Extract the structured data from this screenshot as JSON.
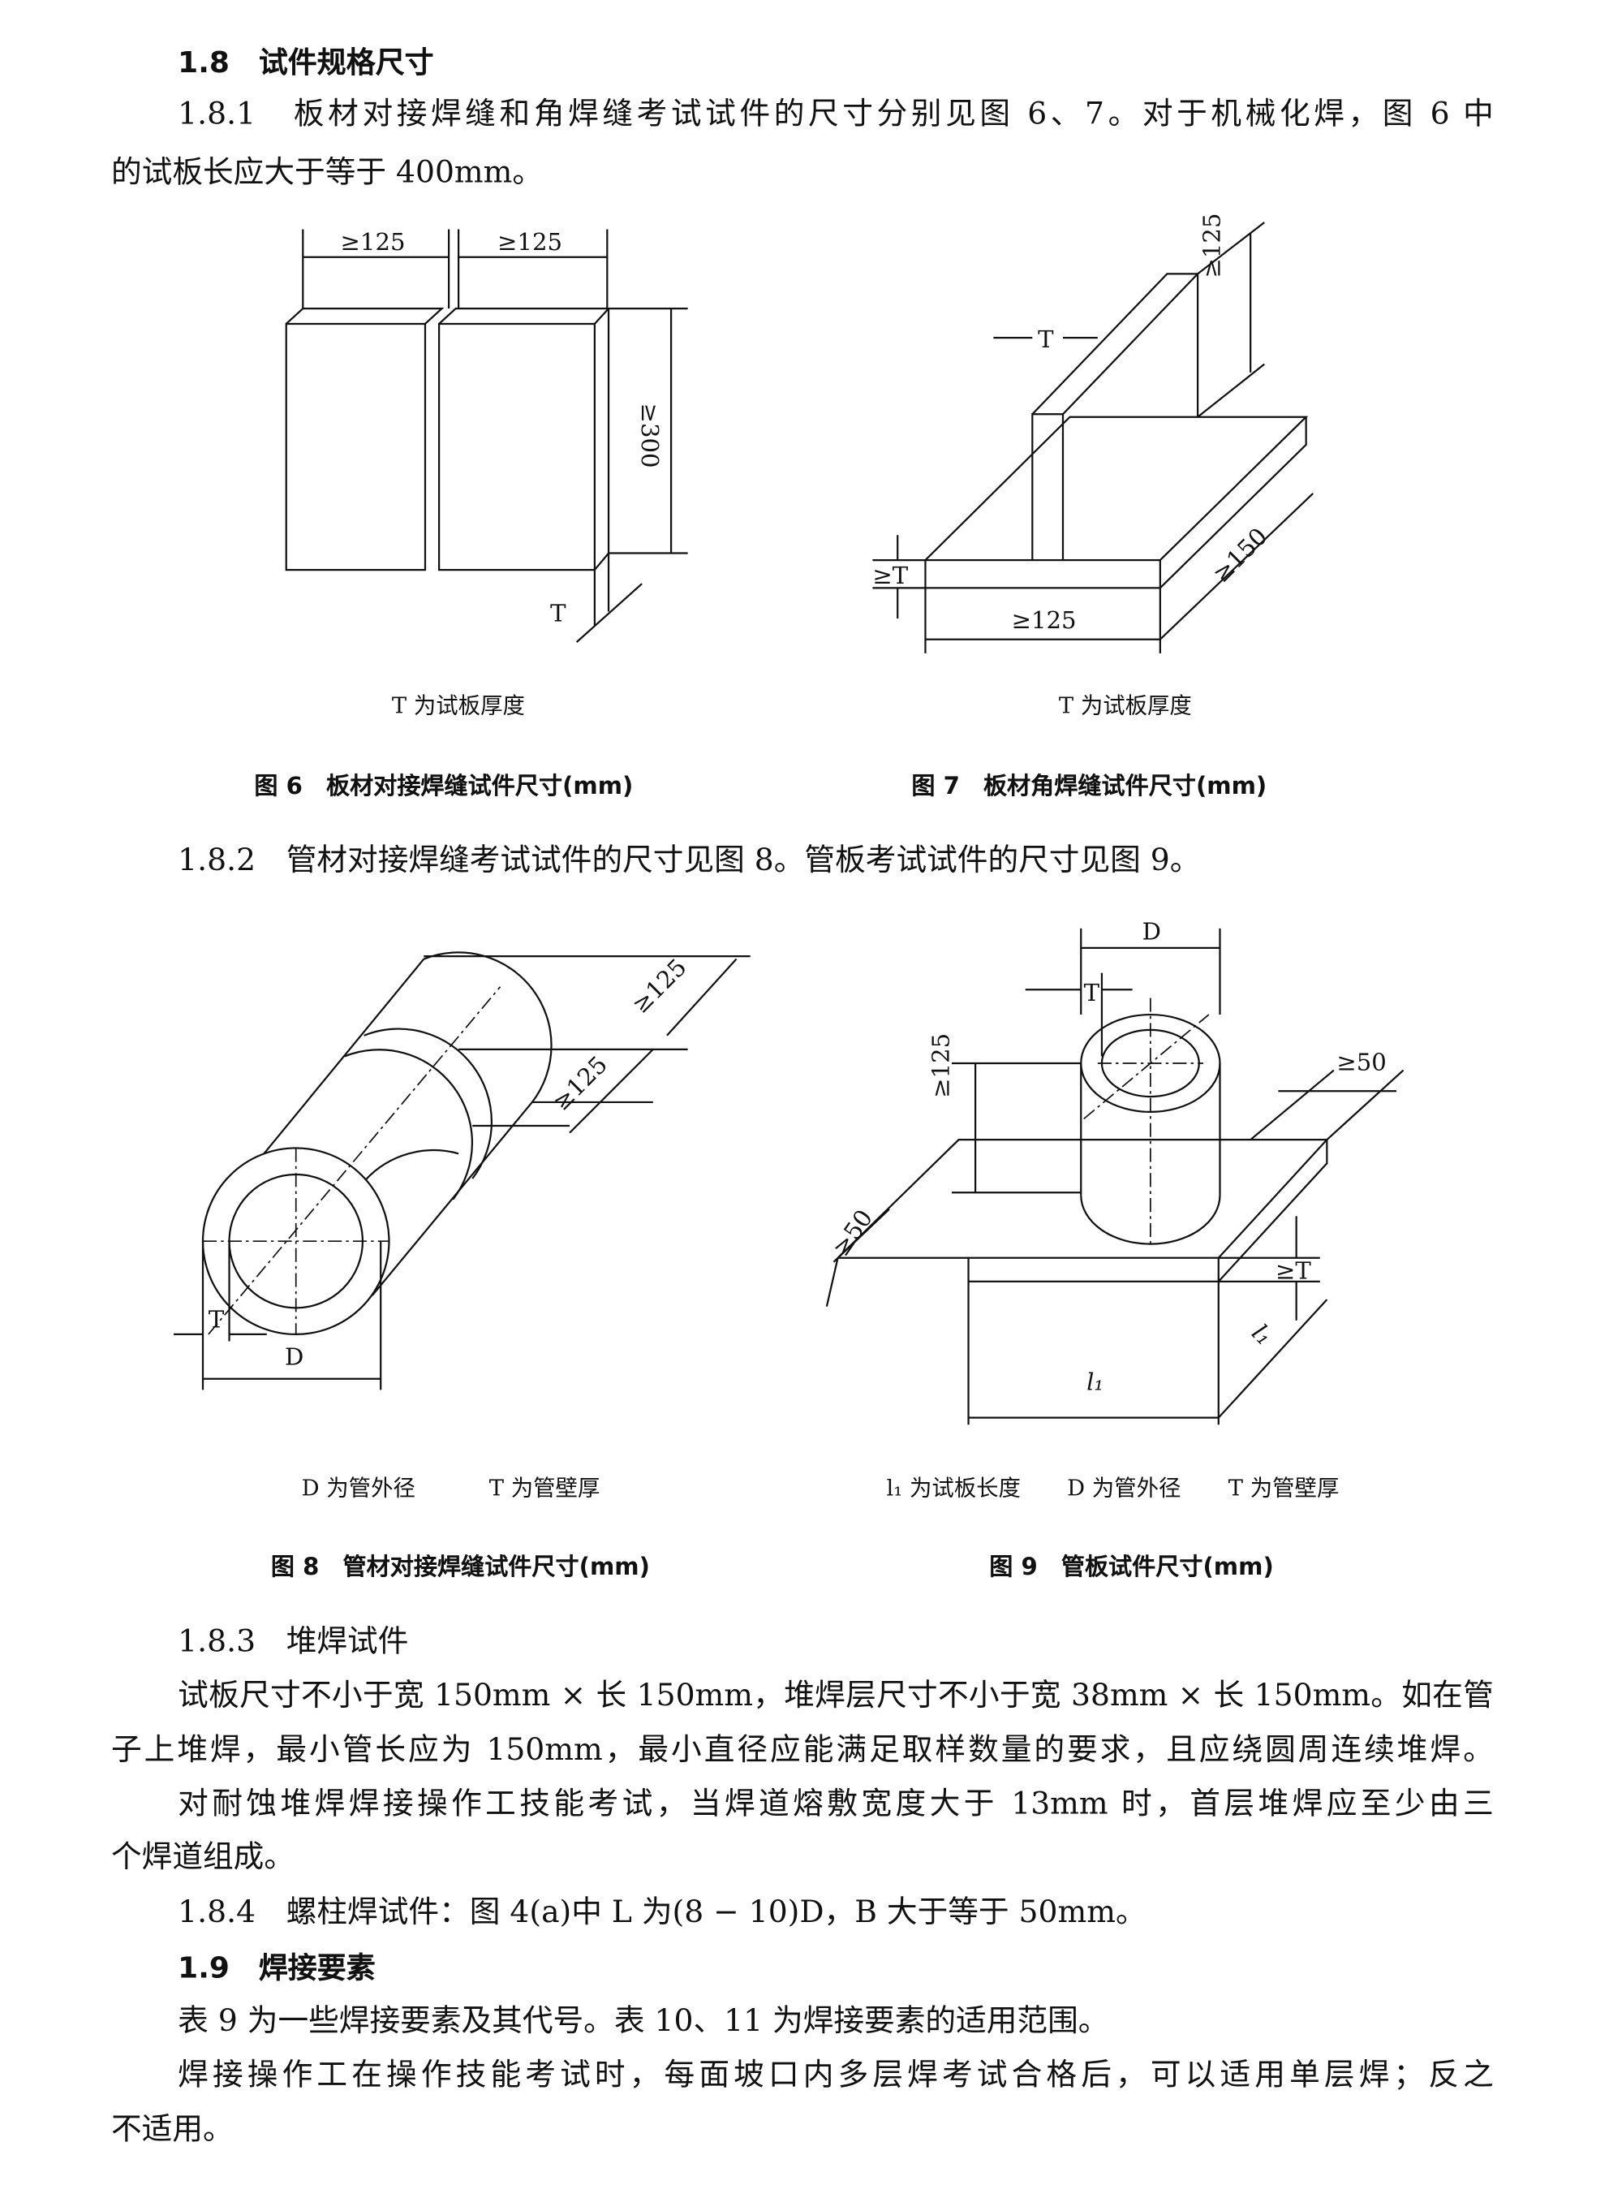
{
  "section_1_8": {
    "heading": "1.8　试件规格尺寸",
    "p181_l1": "1.8.1　板材对接焊缝和角焊缝考试试件的尺寸分别见图 6、7。对于机械化焊，图 6 中",
    "p181_l2": "的试板长应大于等于 400mm。",
    "p182": "1.8.2　管材对接焊缝考试试件的尺寸见图 8。管板考试试件的尺寸见图 9。",
    "p183_title": "1.8.3　堆焊试件",
    "p183_l1": "试板尺寸不小于宽 150mm × 长 150mm，堆焊层尺寸不小于宽 38mm × 长 150mm。如在管",
    "p183_l2": "子上堆焊，最小管长应为 150mm，最小直径应能满足取样数量的要求，且应绕圆周连续堆焊。",
    "p183_l3": "对耐蚀堆焊焊接操作工技能考试，当焊道熔敷宽度大于 13mm 时，首层堆焊应至少由三",
    "p183_l4": "个焊道组成。",
    "p184": "1.8.4　螺柱焊试件：图 4(a)中 L 为(8 − 10)D，B 大于等于 50mm。"
  },
  "section_1_9": {
    "heading": "1.9　焊接要素",
    "l1": "表 9 为一些焊接要素及其代号。表 10、11 为焊接要素的适用范围。",
    "l2": "焊接操作工在操作技能考试时，每面坡口内多层焊考试合格后，可以适用单层焊；反之",
    "l3": "不适用。"
  },
  "fig6": {
    "dim_a": "≥125",
    "dim_b": "≥125",
    "dim_h": "≥300",
    "t": "T",
    "note": "T 为试板厚度",
    "caption": "图 6　板材对接焊缝试件尺寸(mm)"
  },
  "fig7": {
    "dim_h": "≥125",
    "dim_w": "≥125",
    "dim_d": "≥150",
    "t_top": "T",
    "t_side": "≥T",
    "note": "T 为试板厚度",
    "caption": "图 7　板材角焊缝试件尺寸(mm)"
  },
  "fig8": {
    "dim_a": "≥125",
    "dim_b": "≥125",
    "t": "T",
    "d": "D",
    "note_d": "D 为管外径",
    "note_t": "T 为管壁厚",
    "caption": "图 8　管材对接焊缝试件尺寸(mm)"
  },
  "fig9": {
    "d": "D",
    "t": "T",
    "dim_h": "≥125",
    "dim_r": "≥50",
    "dim_l": "≥50",
    "t_side": "≥T",
    "l1a": "l₁",
    "l1b": "l₁",
    "note_l": "l₁ 为试板长度",
    "note_d": "D 为管外径",
    "note_t": "T 为管壁厚",
    "caption": "图 9　管板试件尺寸(mm)"
  }
}
